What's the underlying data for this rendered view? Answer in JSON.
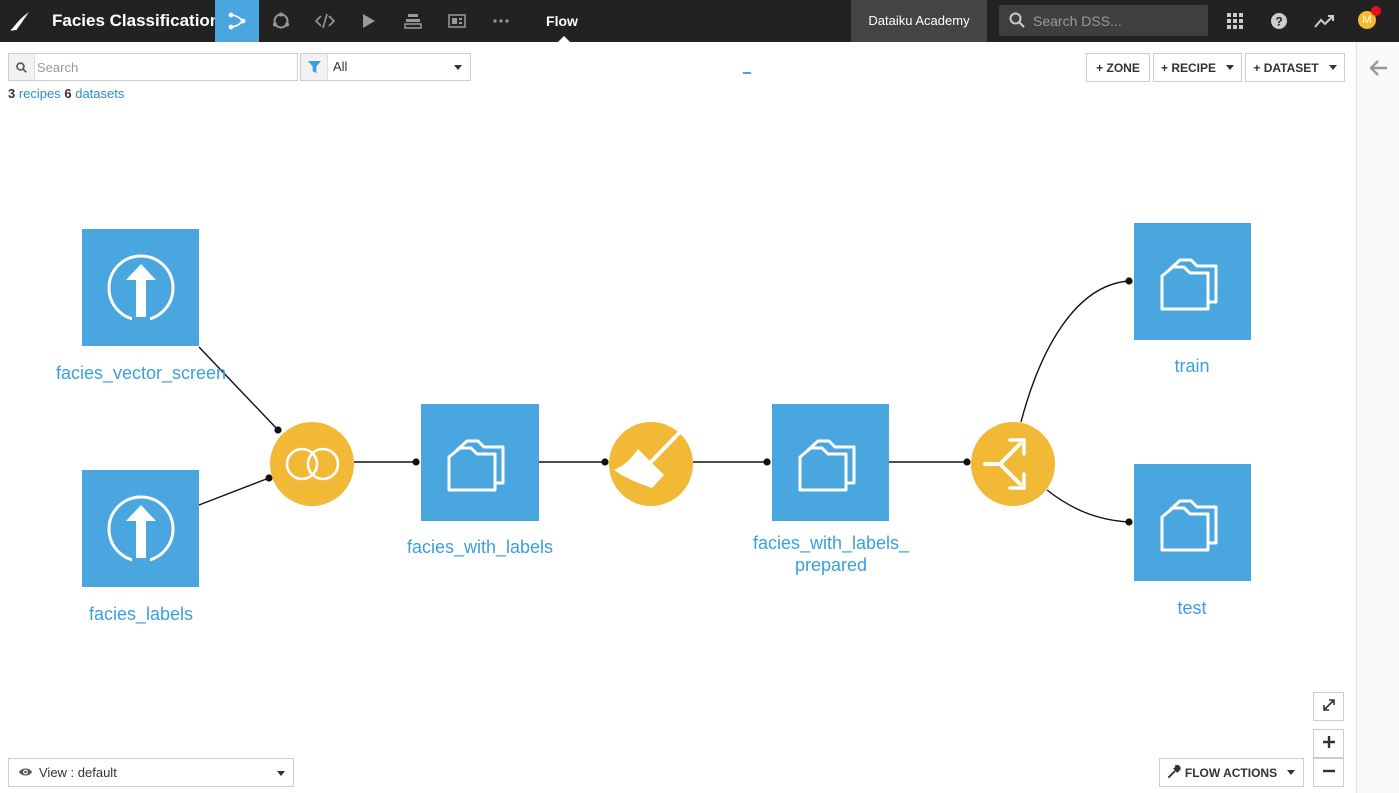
{
  "header": {
    "project_title": "Facies Classification",
    "active_section": "Flow",
    "instance_name": "Dataiku Academy",
    "search_placeholder": "Search DSS...",
    "avatar_initial": "M",
    "nav_icons": [
      "flow-icon",
      "bundle-icon",
      "code-icon",
      "run-icon",
      "stack-icon",
      "dashboard-icon",
      "more-icon"
    ],
    "right_icons": [
      "apps-grid-icon",
      "help-icon",
      "trending-icon"
    ]
  },
  "toolbar": {
    "search_placeholder": "Search",
    "filter_value": "All",
    "zone_label": "+ ZONE",
    "recipe_label": "+ RECIPE",
    "dataset_label": "+ DATASET"
  },
  "summary": {
    "recipe_count": "3",
    "recipe_word": " recipes ",
    "dataset_count": "6",
    "dataset_word": " datasets"
  },
  "flow": {
    "datasets": [
      {
        "id": "facies_vector_screen",
        "label": "facies_vector_screen",
        "kind": "upload"
      },
      {
        "id": "facies_labels",
        "label": "facies_labels",
        "kind": "upload"
      },
      {
        "id": "facies_with_labels",
        "label": "facies_with_labels",
        "kind": "folder"
      },
      {
        "id": "facies_with_labels_prepared",
        "label_line1": "facies_with_labels_",
        "label_line2": "prepared",
        "kind": "folder"
      },
      {
        "id": "train",
        "label": "train",
        "kind": "folder"
      },
      {
        "id": "test",
        "label": "test",
        "kind": "folder"
      }
    ],
    "recipes": [
      {
        "id": "join",
        "type": "join-icon"
      },
      {
        "id": "prepare",
        "type": "prepare-brush-icon"
      },
      {
        "id": "split",
        "type": "split-icon"
      }
    ],
    "colors": {
      "dataset": "#4aa6de",
      "recipe": "#f1b935",
      "label": "#3aa0dc"
    }
  },
  "bottom": {
    "view_label": "View : default",
    "flow_actions_label": "FLOW ACTIONS"
  }
}
